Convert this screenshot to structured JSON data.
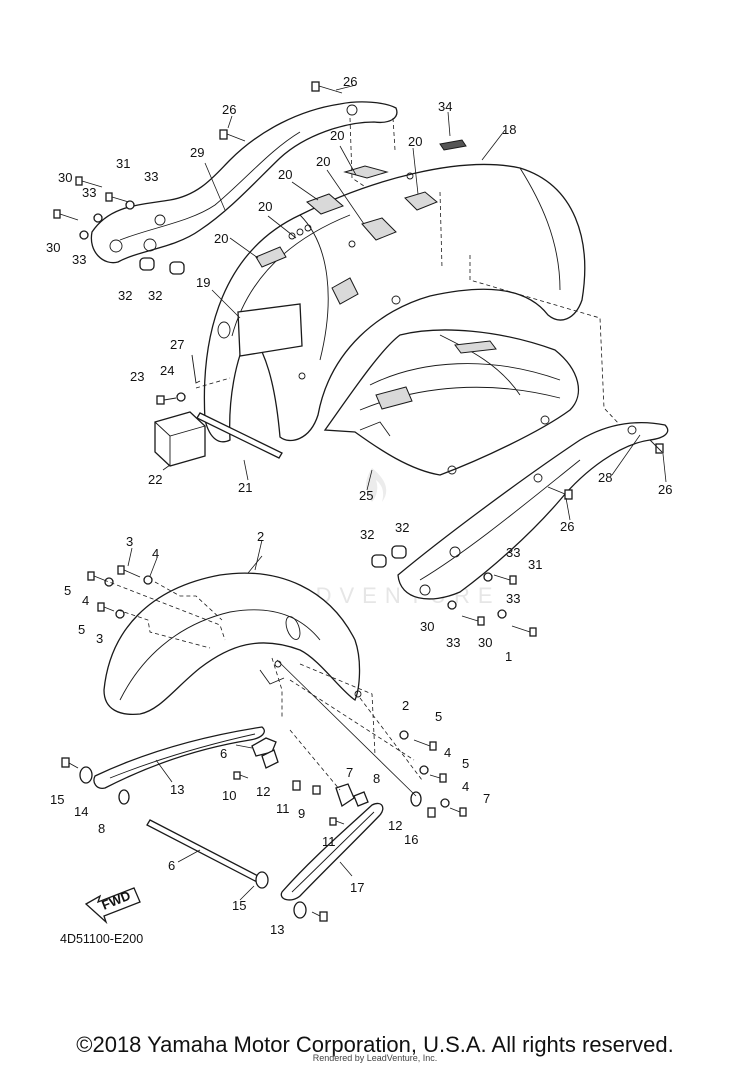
{
  "diagram": {
    "part_code": "4D51100-E200",
    "fwd_label": "FWD",
    "watermark": "LEADVENTURE",
    "callouts": [
      {
        "id": "c26a",
        "label": "26"
      },
      {
        "id": "c26b",
        "label": "26"
      },
      {
        "id": "c34",
        "label": "34"
      },
      {
        "id": "c18",
        "label": "18"
      },
      {
        "id": "c29",
        "label": "29"
      },
      {
        "id": "c20a",
        "label": "20"
      },
      {
        "id": "c20b",
        "label": "20"
      },
      {
        "id": "c20c",
        "label": "20"
      },
      {
        "id": "c20d",
        "label": "20"
      },
      {
        "id": "c20e",
        "label": "20"
      },
      {
        "id": "c20f",
        "label": "20"
      },
      {
        "id": "c31a",
        "label": "31"
      },
      {
        "id": "c30a",
        "label": "30"
      },
      {
        "id": "c33a",
        "label": "33"
      },
      {
        "id": "c33b",
        "label": "33"
      },
      {
        "id": "c30b",
        "label": "30"
      },
      {
        "id": "c33c",
        "label": "33"
      },
      {
        "id": "c32a",
        "label": "32"
      },
      {
        "id": "c32b",
        "label": "32"
      },
      {
        "id": "c19",
        "label": "19"
      },
      {
        "id": "c27",
        "label": "27"
      },
      {
        "id": "c23",
        "label": "23"
      },
      {
        "id": "c24",
        "label": "24"
      },
      {
        "id": "c22",
        "label": "22"
      },
      {
        "id": "c21",
        "label": "21"
      },
      {
        "id": "c25",
        "label": "25"
      },
      {
        "id": "c28",
        "label": "28"
      },
      {
        "id": "c26c",
        "label": "26"
      },
      {
        "id": "c26d",
        "label": "26"
      },
      {
        "id": "c32c",
        "label": "32"
      },
      {
        "id": "c32d",
        "label": "32"
      },
      {
        "id": "c33d",
        "label": "33"
      },
      {
        "id": "c31b",
        "label": "31"
      },
      {
        "id": "c33e",
        "label": "33"
      },
      {
        "id": "c30c",
        "label": "30"
      },
      {
        "id": "c33f",
        "label": "33"
      },
      {
        "id": "c30d",
        "label": "30"
      },
      {
        "id": "c1",
        "label": "1"
      },
      {
        "id": "c2a",
        "label": "2"
      },
      {
        "id": "c3a",
        "label": "3"
      },
      {
        "id": "c4a",
        "label": "4"
      },
      {
        "id": "c5a",
        "label": "5"
      },
      {
        "id": "c4b",
        "label": "4"
      },
      {
        "id": "c5b",
        "label": "5"
      },
      {
        "id": "c3b",
        "label": "3"
      },
      {
        "id": "c2b",
        "label": "2"
      },
      {
        "id": "c5c",
        "label": "5"
      },
      {
        "id": "c4c",
        "label": "4"
      },
      {
        "id": "c5d",
        "label": "5"
      },
      {
        "id": "c4d",
        "label": "4"
      },
      {
        "id": "c7a",
        "label": "7"
      },
      {
        "id": "c6a",
        "label": "6"
      },
      {
        "id": "c13a",
        "label": "13"
      },
      {
        "id": "c15a",
        "label": "15"
      },
      {
        "id": "c14",
        "label": "14"
      },
      {
        "id": "c8a",
        "label": "8"
      },
      {
        "id": "c10",
        "label": "10"
      },
      {
        "id": "c12a",
        "label": "12"
      },
      {
        "id": "c11a",
        "label": "11"
      },
      {
        "id": "c9",
        "label": "9"
      },
      {
        "id": "c7b",
        "label": "7"
      },
      {
        "id": "c8b",
        "label": "8"
      },
      {
        "id": "c11b",
        "label": "11"
      },
      {
        "id": "c12b",
        "label": "12"
      },
      {
        "id": "c16",
        "label": "16"
      },
      {
        "id": "c6b",
        "label": "6"
      },
      {
        "id": "c17",
        "label": "17"
      },
      {
        "id": "c15b",
        "label": "15"
      },
      {
        "id": "c13b",
        "label": "13"
      }
    ]
  },
  "footer": {
    "copyright": "©2018 Yamaha Motor Corporation, U.S.A. All rights reserved.",
    "rendered_by": "Rendered by LeadVenture, Inc."
  }
}
